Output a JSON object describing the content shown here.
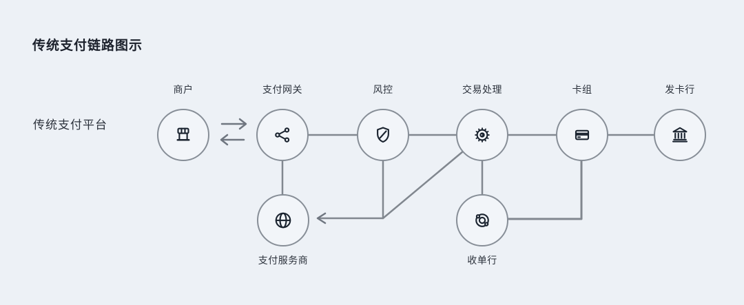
{
  "title": "传统支付链路图示",
  "row_label": "传统支付平台",
  "nodes": {
    "merchant": {
      "label": "商户",
      "icon": "store-icon"
    },
    "gateway": {
      "label": "支付网关",
      "icon": "share-icon"
    },
    "risk": {
      "label": "风控",
      "icon": "shield-slash-icon"
    },
    "processing": {
      "label": "交易处理",
      "icon": "gear-icon"
    },
    "card_network": {
      "label": "卡组",
      "icon": "credit-card-icon"
    },
    "issuer": {
      "label": "发卡行",
      "icon": "bank-icon"
    },
    "psp": {
      "label": "支付服务商",
      "icon": "globe-icon"
    },
    "acquirer": {
      "label": "收单行",
      "icon": "orbit-icon"
    }
  },
  "connections": [
    {
      "from": "merchant",
      "to": "gateway",
      "style": "double-arrows-bidirectional"
    },
    {
      "from": "gateway",
      "to": "risk",
      "style": "line"
    },
    {
      "from": "risk",
      "to": "processing",
      "style": "line"
    },
    {
      "from": "processing",
      "to": "card_network",
      "style": "line"
    },
    {
      "from": "card_network",
      "to": "issuer",
      "style": "line"
    },
    {
      "from": "gateway",
      "to": "psp",
      "style": "vertical-line"
    },
    {
      "from": "risk",
      "to": "psp",
      "style": "elbow-arrow-left"
    },
    {
      "from": "processing",
      "to": "psp",
      "style": "diagonal-into-elbow-arrow"
    },
    {
      "from": "processing",
      "to": "acquirer",
      "style": "vertical-line"
    },
    {
      "from": "acquirer",
      "to": "card_network",
      "style": "elbow-line"
    }
  ],
  "colors": {
    "page_bg": "#edf1f6",
    "circle_stroke": "#878e97",
    "circle_fill": "#f2f5f9",
    "line": "#81878f",
    "arrow": "#6f7680",
    "icon": "#1b2430",
    "title": "#1b202b",
    "label": "#2c323c"
  }
}
